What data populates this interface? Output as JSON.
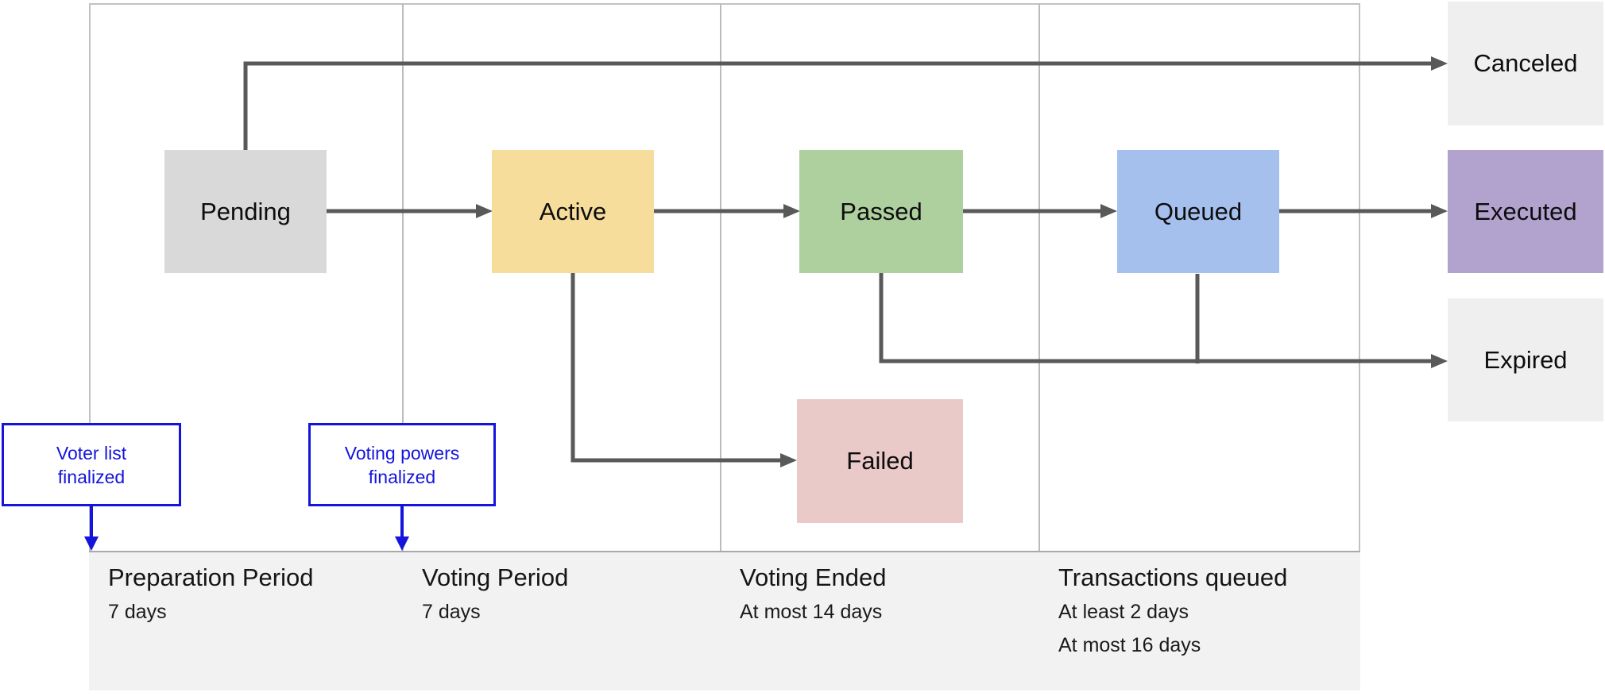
{
  "nodes": {
    "pending": {
      "label": "Pending",
      "color": "#d9d9d9"
    },
    "active": {
      "label": "Active",
      "color": "#f7dd9b"
    },
    "passed": {
      "label": "Passed",
      "color": "#aed09f"
    },
    "queued": {
      "label": "Queued",
      "color": "#a6c0ee"
    },
    "failed": {
      "label": "Failed",
      "color": "#eac9c9"
    },
    "canceled": {
      "label": "Canceled",
      "color": "#efefef"
    },
    "executed": {
      "label": "Executed",
      "color": "#b1a2ce"
    },
    "expired": {
      "label": "Expired",
      "color": "#efefef"
    }
  },
  "annotations": {
    "accent_color": "#1414dd",
    "voter_list": {
      "line1": "Voter list",
      "line2": "finalized"
    },
    "voting_powers": {
      "line1": "Voting powers",
      "line2": "finalized"
    }
  },
  "timeline": {
    "periods": [
      {
        "title": "Preparation Period",
        "details": [
          "7 days"
        ]
      },
      {
        "title": "Voting Period",
        "details": [
          "7 days"
        ]
      },
      {
        "title": "Voting Ended",
        "details": [
          "At most 14 days"
        ]
      },
      {
        "title": "Transactions queued",
        "details": [
          "At least 2 days",
          "At most 16 days"
        ]
      }
    ]
  },
  "colors": {
    "arrow": "#595959",
    "grid": "#bcbcbc",
    "band_bg": "#f2f2f2"
  }
}
